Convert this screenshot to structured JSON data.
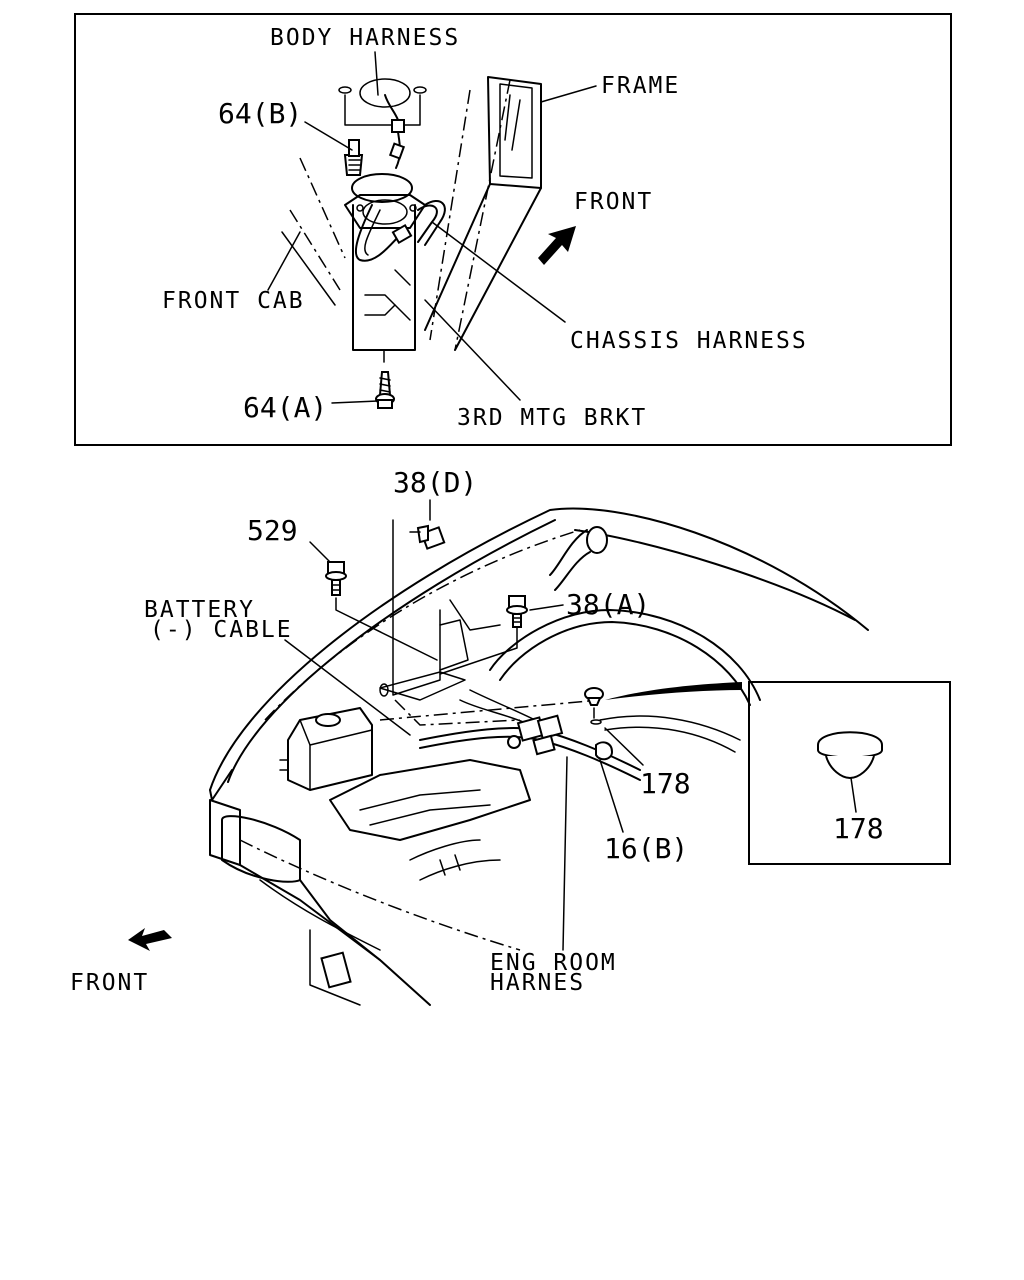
{
  "top_panel": {
    "labels": {
      "body_harness": "BODY HARNESS",
      "frame": "FRAME",
      "front": "FRONT",
      "front_cab": "FRONT CAB",
      "chassis_harness": "CHASSIS HARNESS",
      "third_mtg_brkt": "3RD MTG BRKT"
    },
    "callouts": {
      "p64b": "64(B)",
      "p64a": "64(A)"
    }
  },
  "bottom_panel": {
    "labels": {
      "battery": "BATTERY",
      "cable": "(-) CABLE",
      "eng_room": "ENG ROOM",
      "harnes": "HARNES",
      "front": "FRONT"
    },
    "callouts": {
      "p38d": "38(D)",
      "p529": "529",
      "p38a": "38(A)",
      "p178": "178",
      "p16b": "16(B)",
      "p178_detail": "178"
    }
  }
}
